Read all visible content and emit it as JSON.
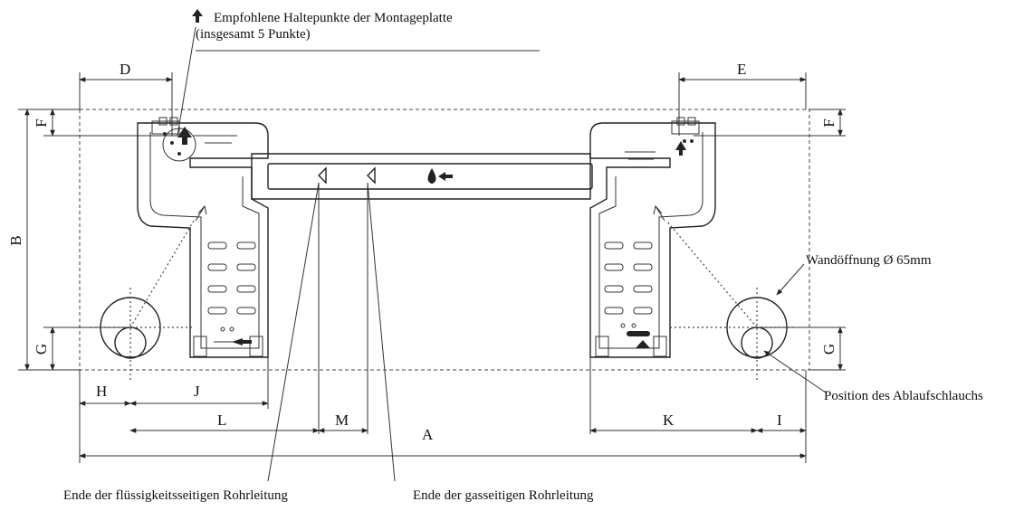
{
  "annotations": {
    "mount_points_line1": "Empfohlene Haltepunkte der Montageplatte",
    "mount_points_line2": "(insgesamt 5 Punkte)",
    "wall_opening": "Wandöffnung Ø 65mm",
    "drain_hose_position": "Position des Ablaufschlauchs",
    "liquid_pipe_end": "Ende der flüssigkeitsseitigen Rohrleitung",
    "gas_pipe_end": "Ende der gasseitigen Rohrleitung"
  },
  "dimensions": {
    "A": "A",
    "B": "B",
    "D": "D",
    "E": "E",
    "F_left": "F",
    "F_right": "F",
    "G_left": "G",
    "G_right": "G",
    "H": "H",
    "I": "I",
    "J": "J",
    "K": "K",
    "L": "L",
    "M": "M"
  },
  "colors": {
    "line": "#222222",
    "background": "#ffffff"
  }
}
